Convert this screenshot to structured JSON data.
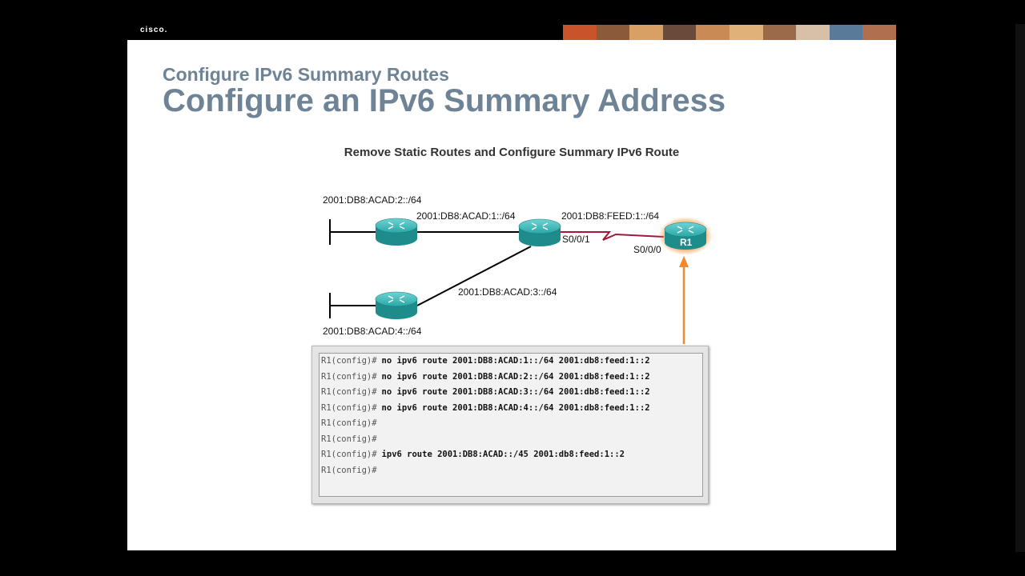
{
  "brand": {
    "logo_text": "cisco."
  },
  "slide": {
    "subtitle": "Configure IPv6 Summary Routes",
    "title": "Configure an IPv6 Summary Address",
    "diagram_title": "Remove Static Routes and Configure Summary IPv6 Route"
  },
  "topology": {
    "labels": {
      "net2": "2001:DB8:ACAD:2::/64",
      "net1": "2001:DB8:ACAD:1::/64",
      "feed": "2001:DB8:FEED:1::/64",
      "s001": "S0/0/1",
      "s000": "S0/0/0",
      "net3": "2001:DB8:ACAD:3::/64",
      "net4": "2001:DB8:ACAD:4::/64"
    },
    "routers": {
      "r1": "R1"
    }
  },
  "console": {
    "lines": [
      {
        "prompt": "R1(config)#",
        "cmd": "no ipv6 route 2001:DB8:ACAD:1::/64 2001:db8:feed:1::2"
      },
      {
        "prompt": "R1(config)#",
        "cmd": "no ipv6 route 2001:DB8:ACAD:2::/64 2001:db8:feed:1::2"
      },
      {
        "prompt": "R1(config)#",
        "cmd": "no ipv6 route 2001:DB8:ACAD:3::/64 2001:db8:feed:1::2"
      },
      {
        "prompt": "R1(config)#",
        "cmd": "no ipv6 route 2001:DB8:ACAD:4::/64 2001:db8:feed:1::2"
      },
      {
        "prompt": "R1(config)#",
        "cmd": ""
      },
      {
        "prompt": "R1(config)#",
        "cmd": ""
      },
      {
        "prompt": "R1(config)#",
        "cmd": "ipv6 route 2001:DB8:ACAD::/45 2001:db8:feed:1::2"
      },
      {
        "prompt": "R1(config)#",
        "cmd": ""
      }
    ]
  },
  "colors": {
    "heading": "#6f8396",
    "serial_link": "#a0183c",
    "highlight": "#f08a30",
    "router": "#2aa7a7"
  }
}
